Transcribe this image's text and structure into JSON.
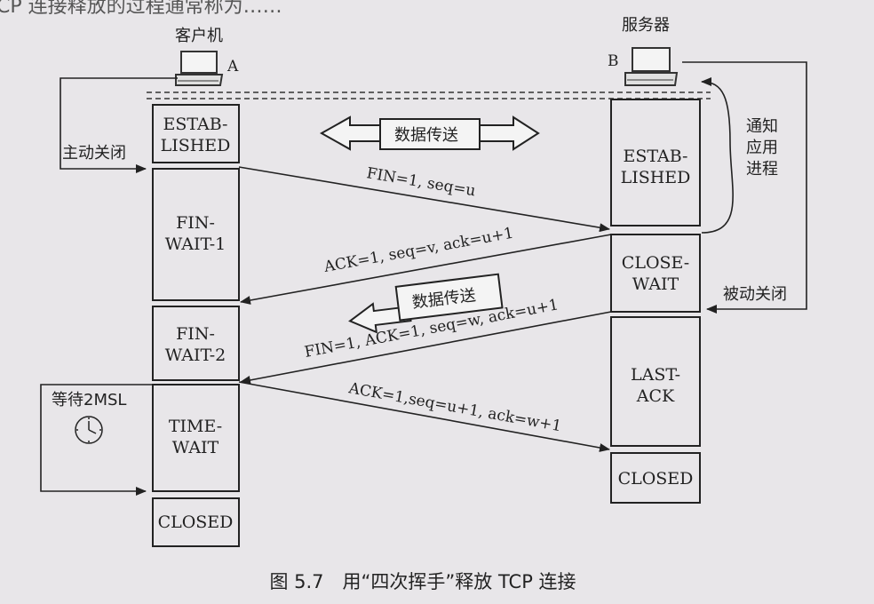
{
  "header_fragment": "CP 连接释放的过程通常称为……",
  "client": {
    "title": "客户机",
    "letter": "A"
  },
  "server": {
    "title": "服务器",
    "letter": "B"
  },
  "client_states": [
    {
      "lines": [
        "ESTAB-",
        "LISHED"
      ]
    },
    {
      "lines": [
        "FIN-",
        "WAIT-1"
      ]
    },
    {
      "lines": [
        "FIN-",
        "WAIT-2"
      ]
    },
    {
      "lines": [
        "TIME-",
        "WAIT"
      ]
    },
    {
      "lines": [
        "CLOSED"
      ]
    }
  ],
  "server_states": [
    {
      "lines": [
        "ESTAB-",
        "LISHED"
      ]
    },
    {
      "lines": [
        "CLOSE-",
        "WAIT"
      ]
    },
    {
      "lines": [
        "LAST-",
        "ACK"
      ]
    },
    {
      "lines": [
        "CLOSED"
      ]
    }
  ],
  "messages": [
    {
      "label": "FIN=1, seq=u"
    },
    {
      "label": "ACK=1, seq=v, ack=u+1"
    },
    {
      "label": "FIN=1, ACK=1, seq=w, ack=u+1"
    },
    {
      "label": "ACK=1,seq=u+1, ack=w+1"
    }
  ],
  "data_transfer_both": "数据传送",
  "data_transfer_one": "数据传送",
  "active_close": "主动关闭",
  "passive_close": "被动关闭",
  "notify_app": [
    "通知",
    "应用",
    "进程"
  ],
  "wait_2msl": "等待2MSL",
  "caption": "图 5.7　用“四次挥手”释放 TCP 连接",
  "clock_icon": "clock-icon",
  "computer_icon": "computer-icon"
}
